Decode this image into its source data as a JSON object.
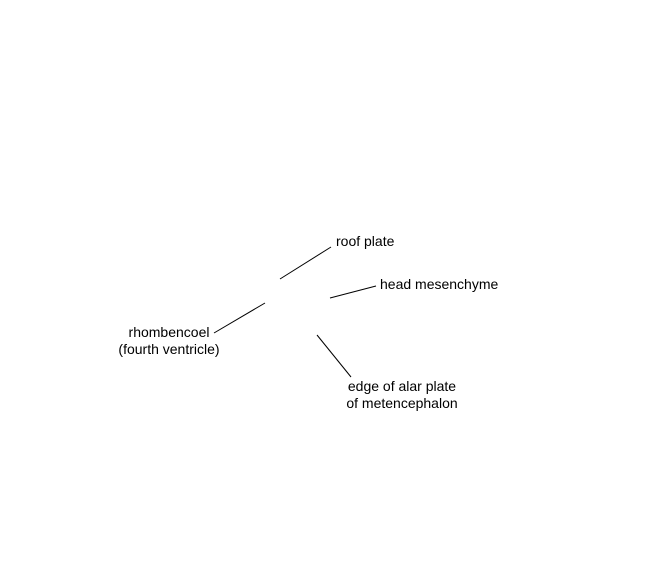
{
  "diagram": {
    "labels": {
      "roof_plate": "roof plate",
      "head_mesenchyme": "head mesenchyme",
      "rhombencoel_line1": "rhombencoel",
      "rhombencoel_line2": "(fourth ventricle)",
      "alar_plate_line1": "edge of alar plate",
      "alar_plate_line2": "of metencephalon"
    }
  }
}
